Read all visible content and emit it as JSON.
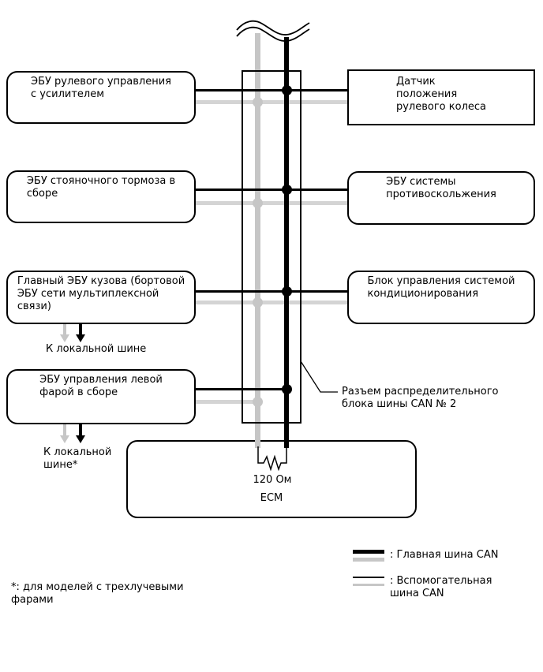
{
  "boxes": {
    "left": [
      {
        "id": "power-steering-ecu",
        "label": "ЭБУ рулевого управления\nс усилителем"
      },
      {
        "id": "parking-brake-ecu",
        "label": "ЭБУ стояночного тормоза в\nсборе"
      },
      {
        "id": "main-body-ecu",
        "label": "Главный ЭБУ кузова (бортовой\nЭБУ сети мультиплексной\nсвязи)"
      },
      {
        "id": "headlight-ecu",
        "label": "ЭБУ управления левой\nфарой в сборе"
      }
    ],
    "right": [
      {
        "id": "steering-angle-sensor",
        "label": "Датчик\nположения\nрулевого колеса"
      },
      {
        "id": "skid-control-ecu",
        "label": "ЭБУ системы\nпротивоскольжения"
      },
      {
        "id": "ac-control-unit",
        "label": "Блок управления системой\nкондиционирования"
      }
    ],
    "ecm": {
      "label": "ECM",
      "resistor_label": "120 Ом"
    }
  },
  "labels": {
    "local_bus_1": "К локальной шине",
    "local_bus_2": "К локальной\nшине*",
    "callout": "Разъем распределительного\nблока шины CAN № 2",
    "footnote": "*: для моделей с трехлучевыми\nфарами"
  },
  "legend": {
    "items": [
      {
        "label": ": Главная шина CAN"
      },
      {
        "label": ": Вспомогательная\nшина CAN"
      }
    ]
  },
  "colors": {
    "line_black": "#000000",
    "bus_gray": "#c6c6c6",
    "connector_gray": "#d4d4d4"
  }
}
